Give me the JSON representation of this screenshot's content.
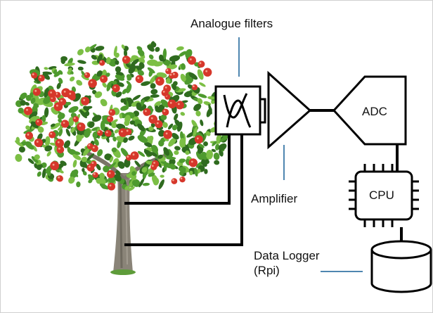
{
  "labels": {
    "filters": "Analogue filters",
    "amplifier": "Amplifier",
    "adc": "ADC",
    "cpu": "CPU",
    "logger_line1": "Data Logger",
    "logger_line2": "(Rpi)"
  },
  "icons": {
    "tree": "apple-tree-icon",
    "filter": "bandpass-filter-icon",
    "amplifier": "amplifier-triangle-icon",
    "adc": "adc-pentagon-icon",
    "cpu": "cpu-chip-icon",
    "storage": "database-cylinder-icon"
  },
  "colors": {
    "line": "#000000",
    "callout": "#4f86b0",
    "leaf_dark": "#2f6b1f",
    "leaf_mid": "#4e9a2e",
    "leaf_light": "#7cbf45",
    "apple": "#d6372b",
    "trunk": "#8a8478"
  }
}
